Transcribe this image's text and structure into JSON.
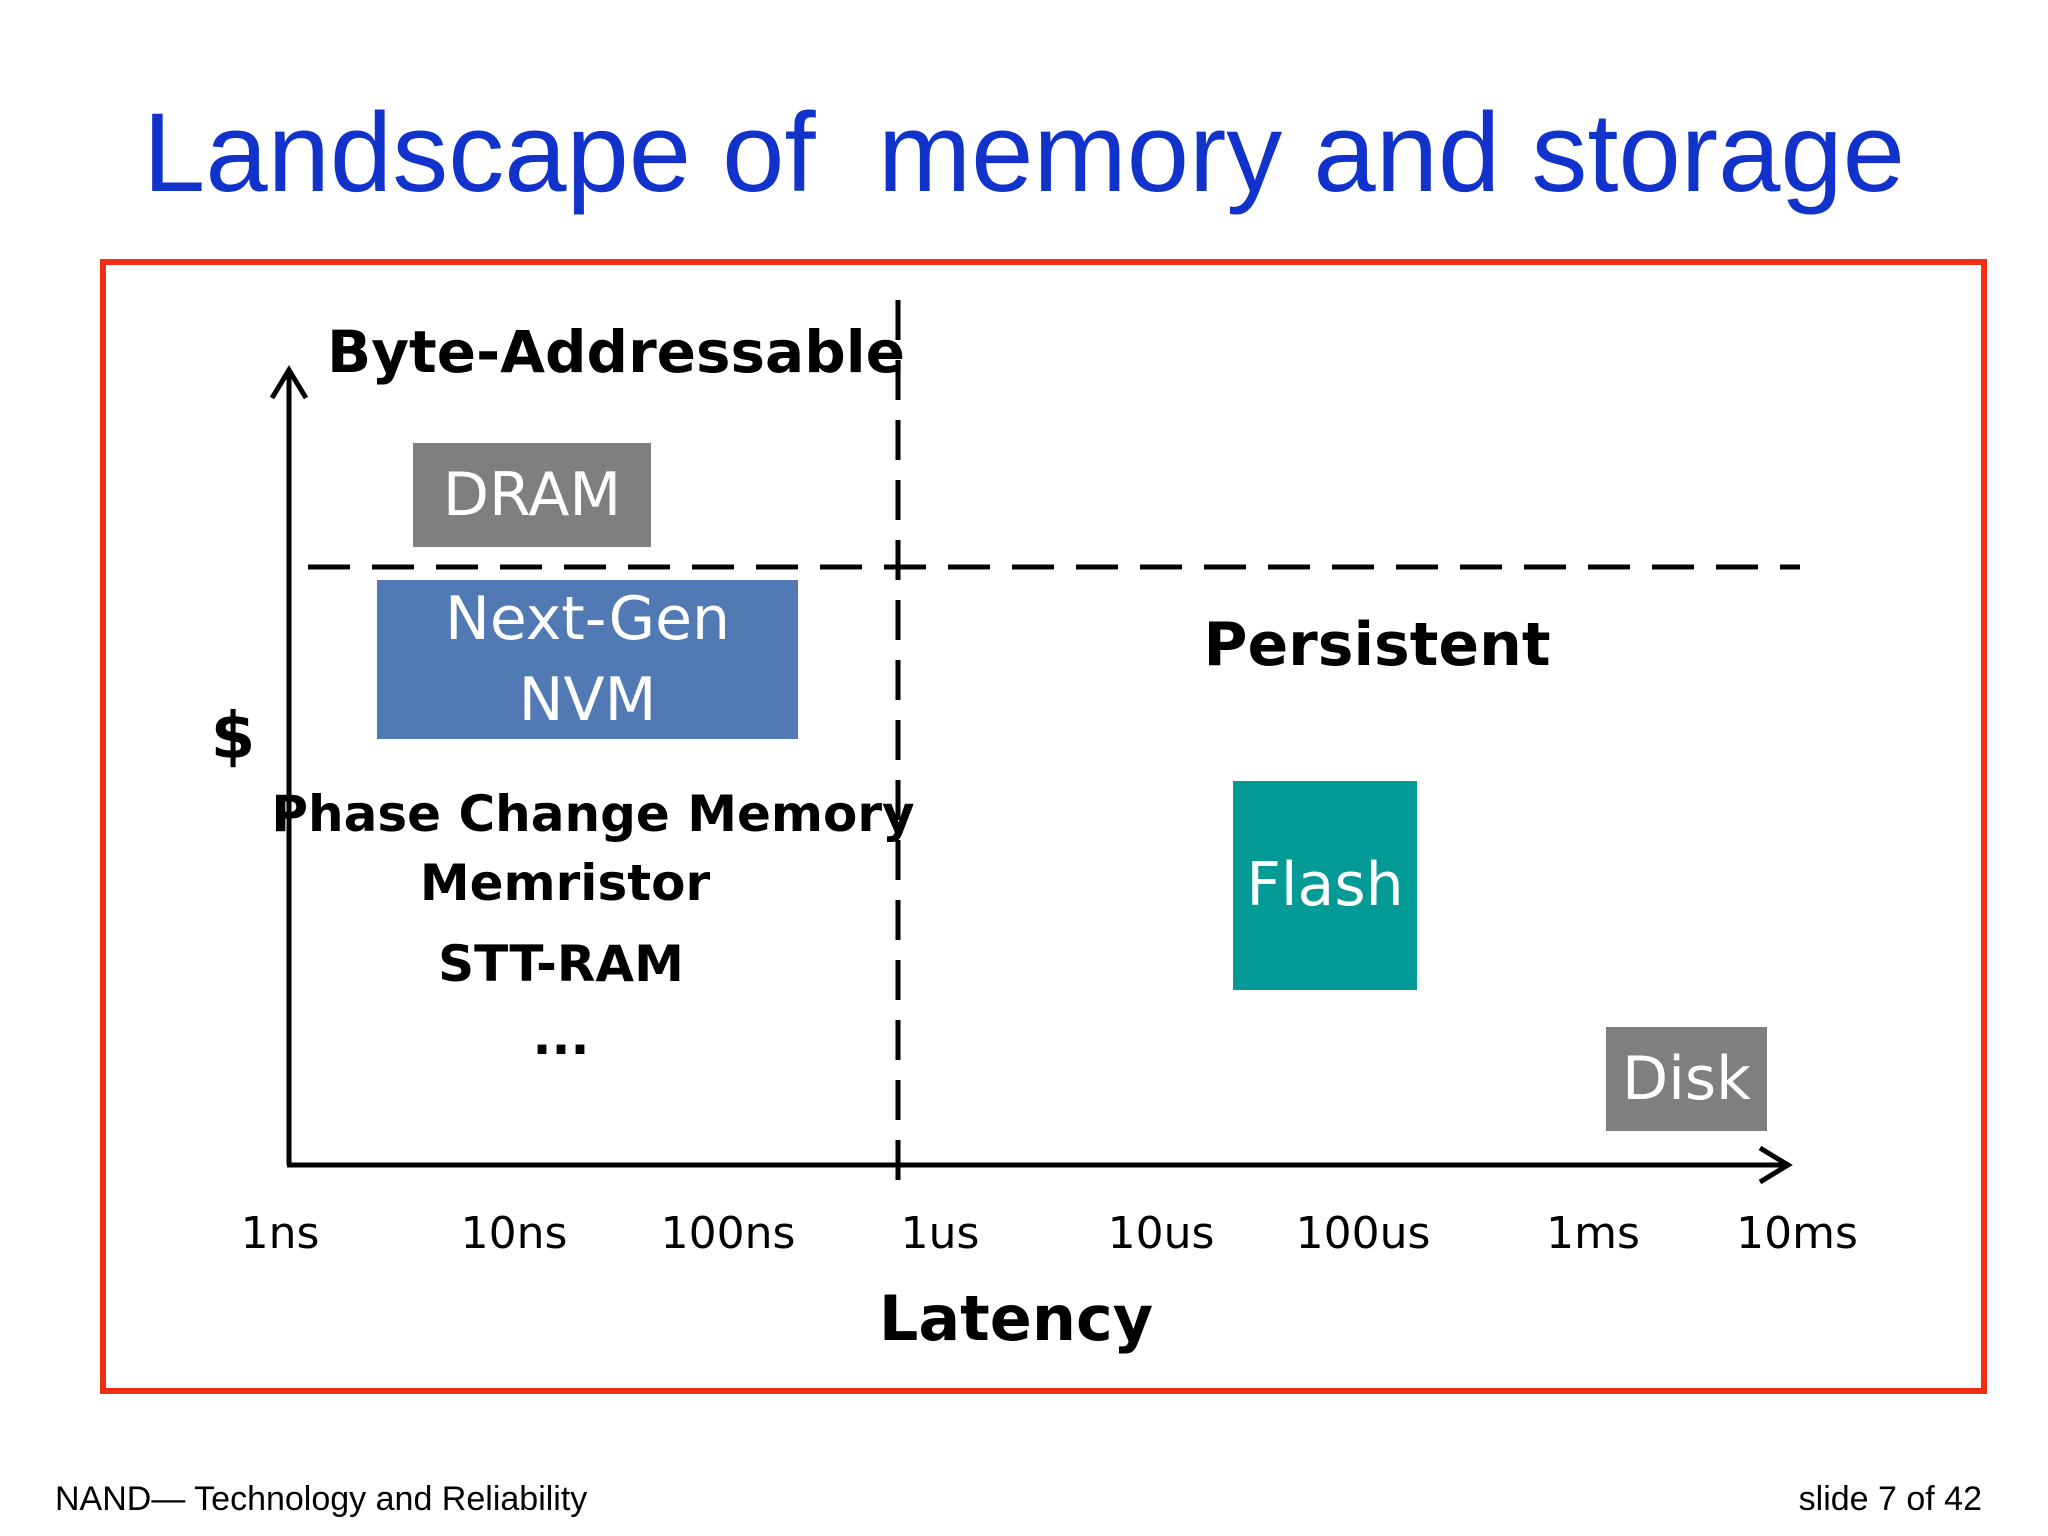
{
  "slide": {
    "title": "Landscape of  memory and storage",
    "footer_left": "NAND— Technology and Reliability",
    "footer_right": "slide 7 of 42"
  },
  "diagram": {
    "region_labels": {
      "byte_addressable": "Byte-Addressable",
      "persistent": "Persistent"
    },
    "y_axis_label": "$",
    "x_axis_label": "Latency",
    "x_ticks": [
      "1ns",
      "10ns",
      "100ns",
      "1us",
      "10us",
      "100us",
      "1ms",
      "10ms"
    ],
    "boxes": {
      "dram": {
        "label": "DRAM",
        "color": "#7f7f7f"
      },
      "nvm": {
        "line1": "Next-Gen",
        "line2": "NVM",
        "color": "#5179b3"
      },
      "flash": {
        "label": "Flash",
        "color": "#049a96"
      },
      "disk": {
        "label": "Disk",
        "color": "#7f7f7f"
      }
    },
    "nvm_examples": [
      "Phase Change Memory",
      "Memristor",
      "STT-RAM",
      "..."
    ]
  },
  "colors": {
    "title": "#1133cc",
    "frame_border": "#f02e14"
  }
}
